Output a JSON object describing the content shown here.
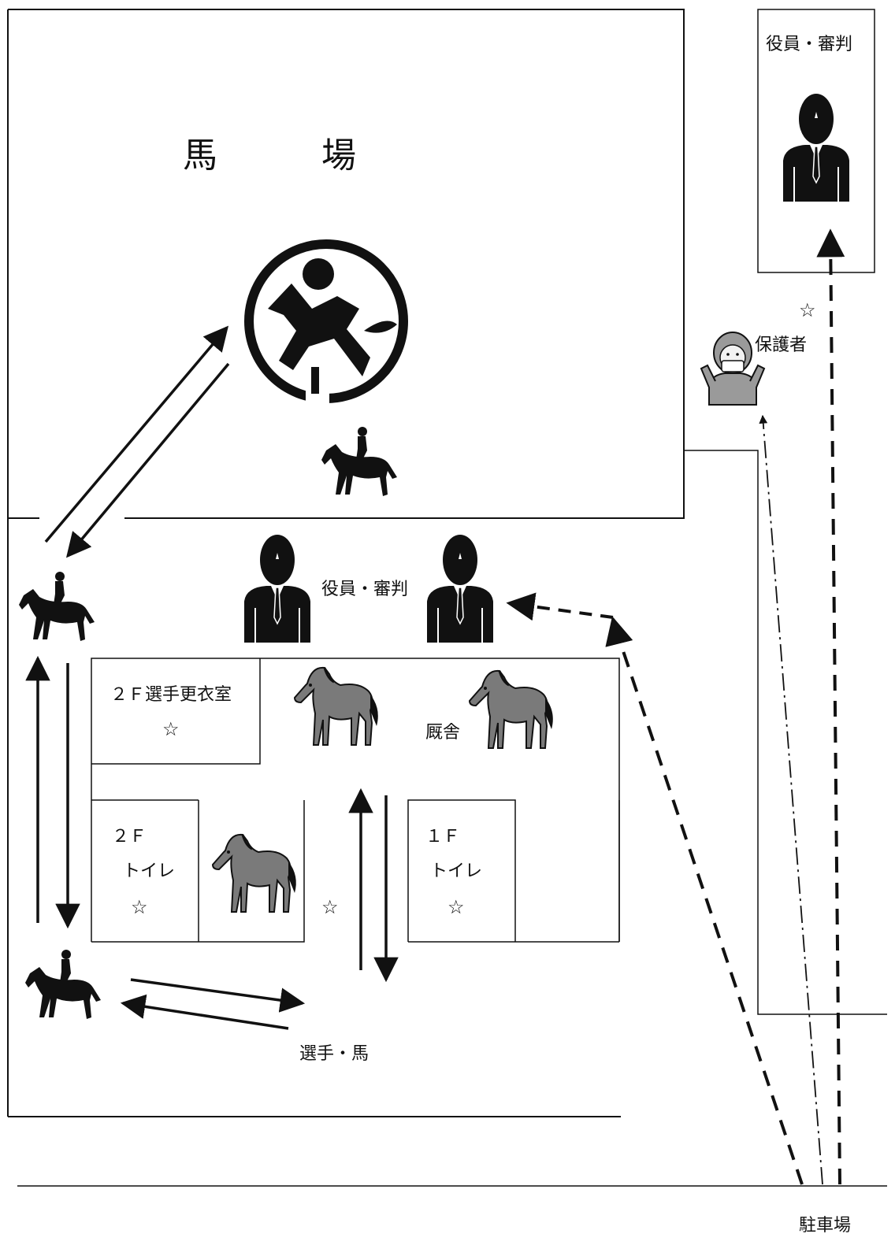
{
  "labels": {
    "arena": "馬　場",
    "officials_top": "役員・審判",
    "officials_mid": "役員・審判",
    "guardian": "保護者",
    "changing_room": "２Ｆ選手更衣室",
    "stable": "厩舎",
    "toilet_2f_floor": "２Ｆ",
    "toilet_2f_name": "トイレ",
    "toilet_1f_floor": "１Ｆ",
    "toilet_1f_name": "トイレ",
    "rider_horse": "選手・馬",
    "parking": "駐車場"
  },
  "stars": [
    "☆",
    "☆",
    "☆",
    "☆",
    "☆"
  ],
  "icons": {
    "arena_symbol": "equestrian-pictogram-icon",
    "official": "official-person-icon",
    "horse": "horse-icon",
    "rider": "rider-on-horse-icon",
    "guardian": "masked-guardian-icon"
  },
  "colors": {
    "line": "#111111",
    "horse_body": "#7a7a7a",
    "guardian_fill": "#9a9a9a"
  }
}
